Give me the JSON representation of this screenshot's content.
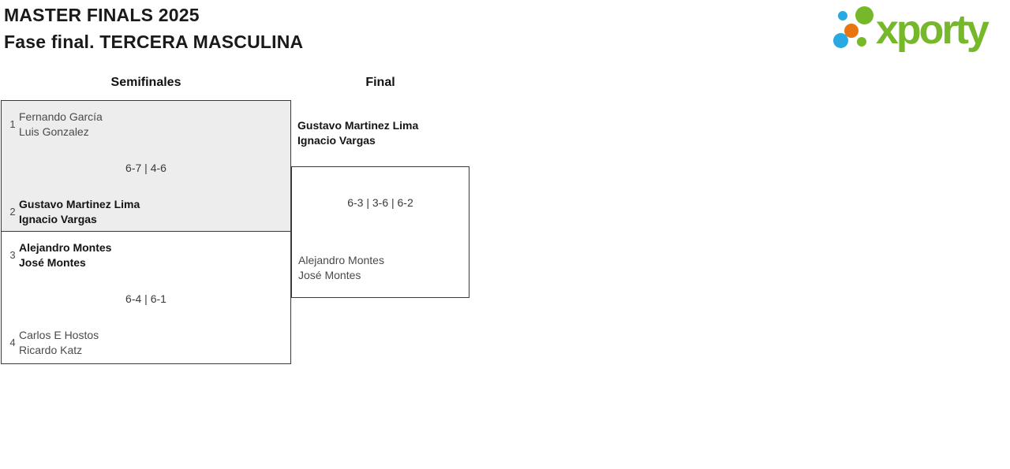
{
  "title": {
    "line1": "MASTER FINALS 2025",
    "line2": "Fase final. TERCERA MASCULINA"
  },
  "logo": {
    "wordmark": "xporty",
    "brand_green": "#76b82a",
    "brand_blue": "#29a9e1",
    "brand_orange": "#e87511"
  },
  "colors": {
    "box_border": "#3a3a3a",
    "highlighted_match_bg": "#ededed",
    "winner_text": "#141414",
    "loser_text": "#4a4a4a"
  },
  "bracket": {
    "round_headers": {
      "semifinals": "Semifinales",
      "final": "Final"
    },
    "semifinals": [
      {
        "score": "6-7 | 4-6",
        "team_top": {
          "seed": "1",
          "player1": "Fernando García",
          "player2": "Luis Gonzalez"
        },
        "team_bottom": {
          "seed": "2",
          "player1": "Gustavo Martinez Lima",
          "player2": "Ignacio Vargas"
        }
      },
      {
        "score": "6-4 | 6-1",
        "team_top": {
          "seed": "3",
          "player1": "Alejandro Montes",
          "player2": "José Montes"
        },
        "team_bottom": {
          "seed": "4",
          "player1": "Carlos E Hostos",
          "player2": "Ricardo Katz"
        }
      }
    ],
    "final": {
      "score": "6-3 | 3-6 | 6-2",
      "team_top": {
        "player1": "Gustavo Martinez Lima",
        "player2": "Ignacio Vargas"
      },
      "team_bottom": {
        "player1": "Alejandro Montes",
        "player2": "José Montes"
      }
    }
  }
}
